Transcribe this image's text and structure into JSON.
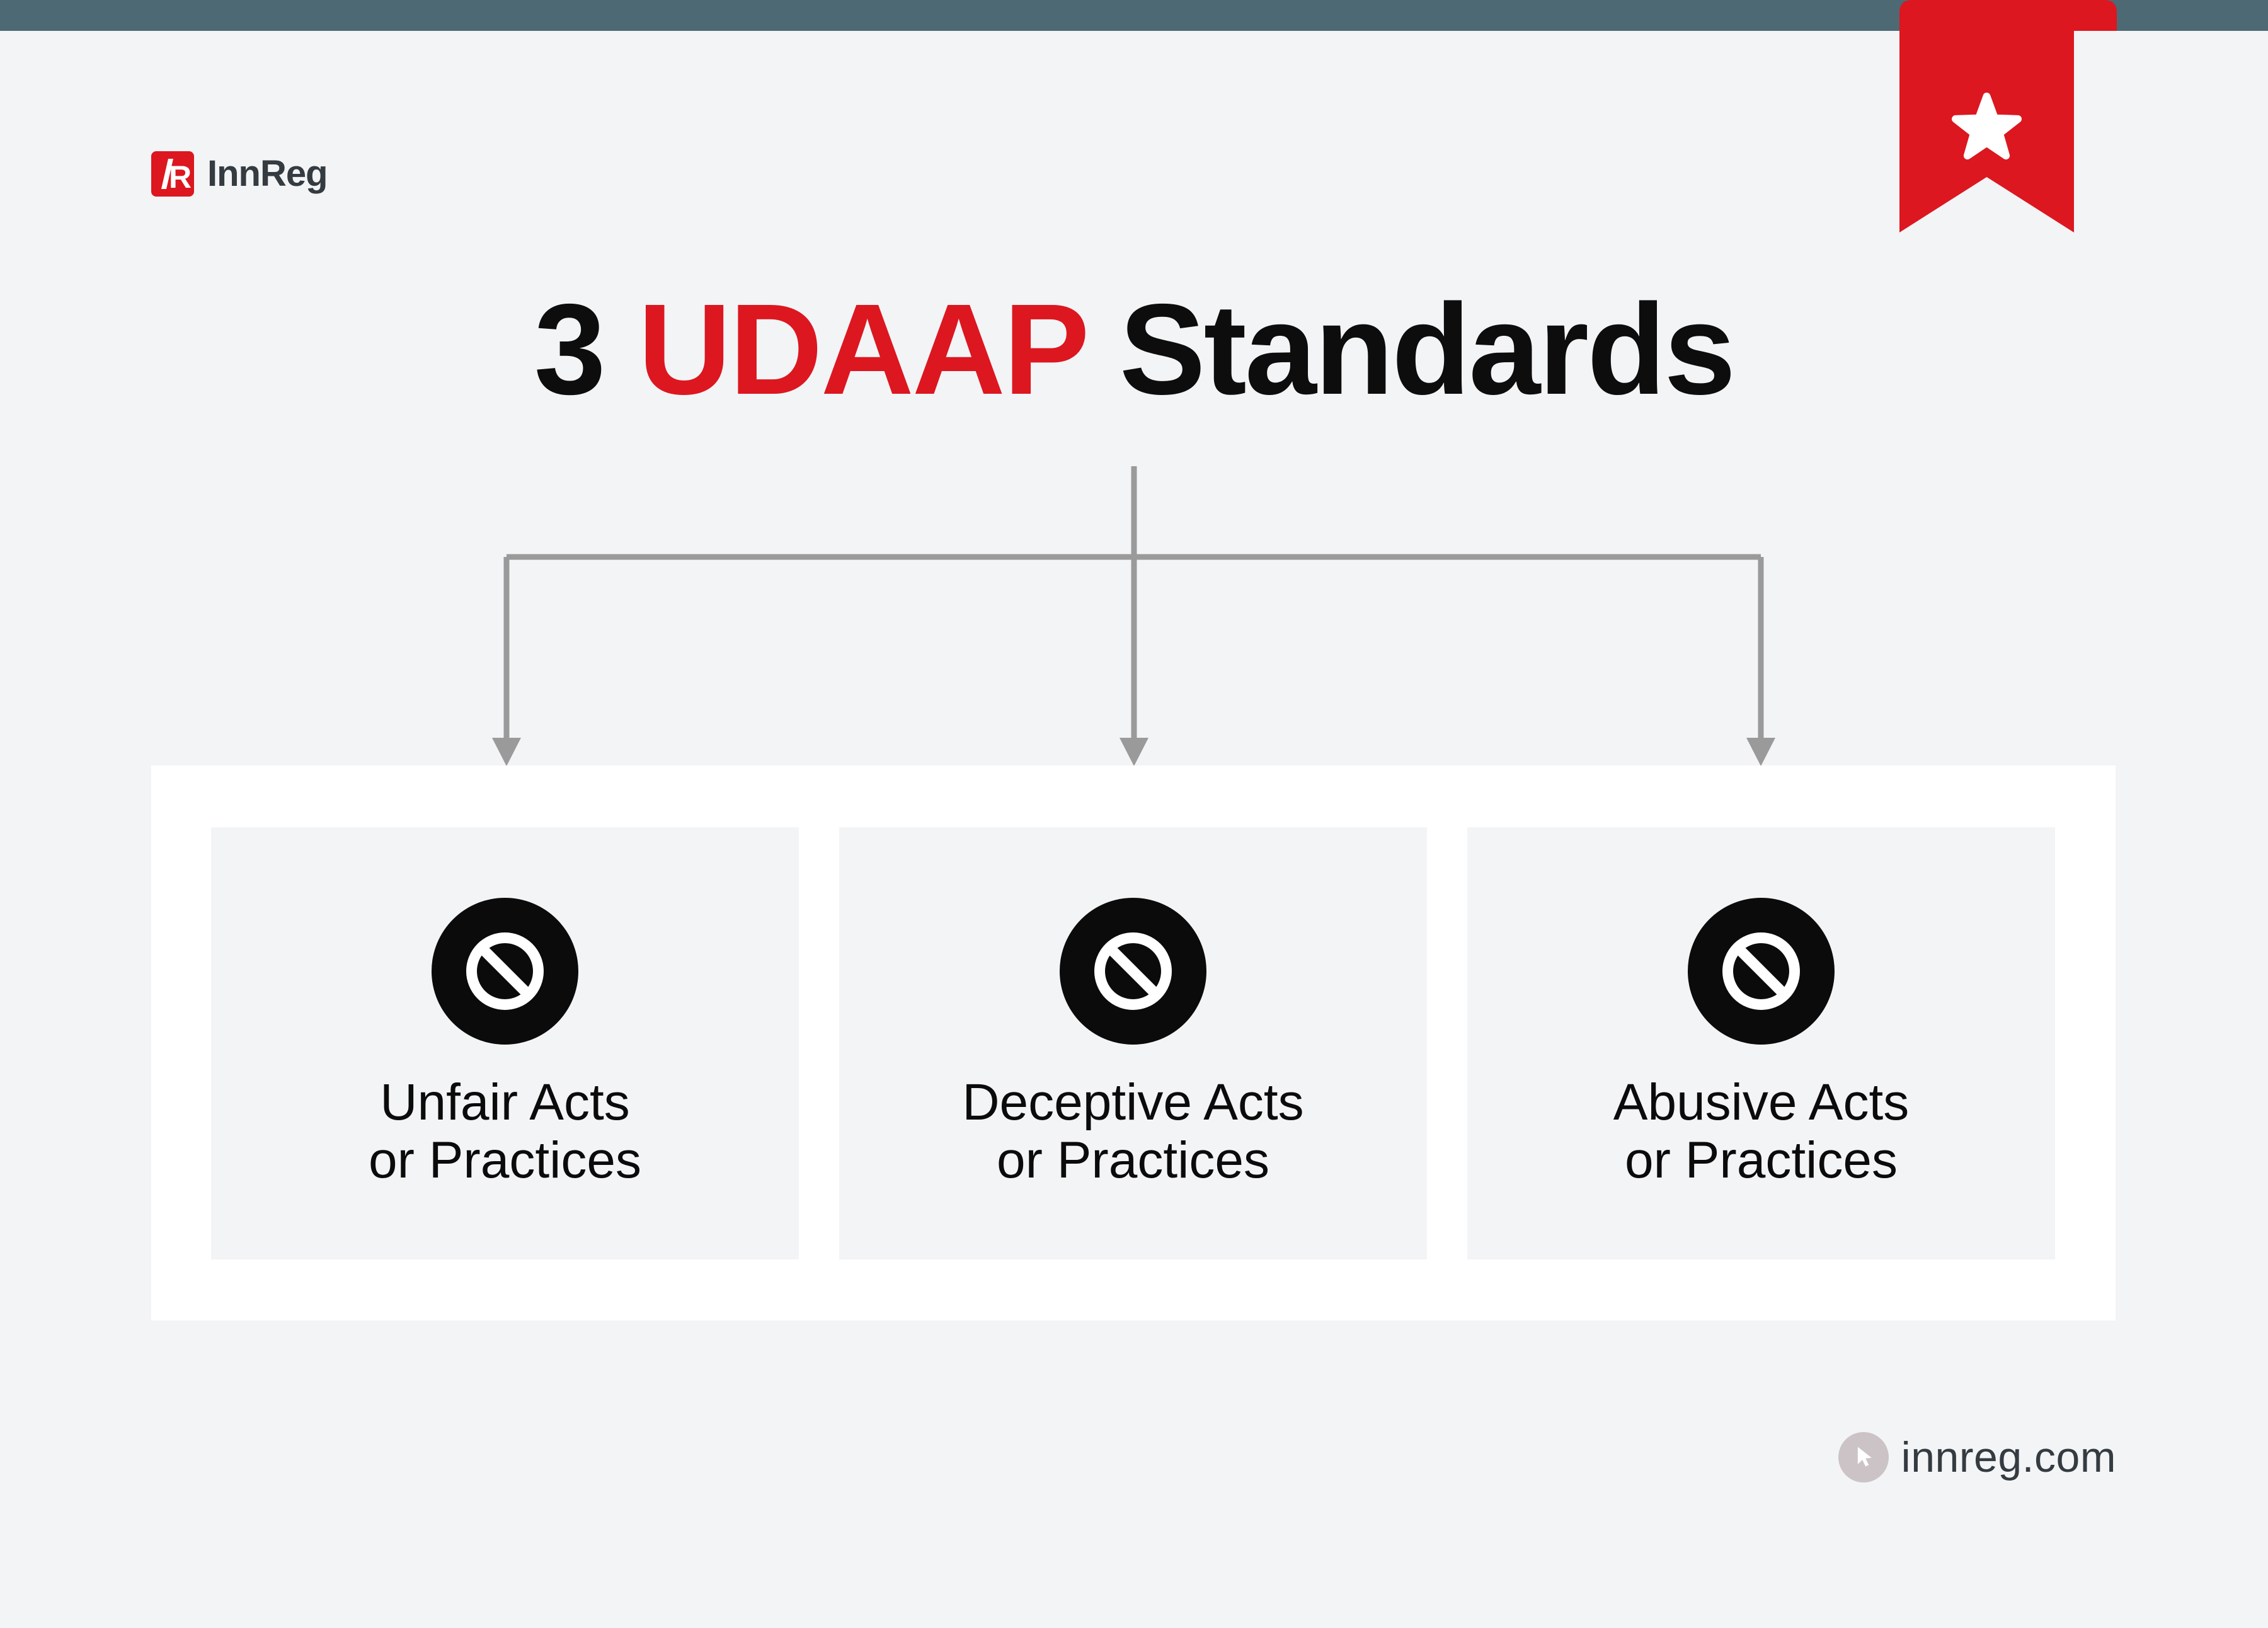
{
  "page": {
    "background": "#f3f4f6",
    "top_bar_color": "#4d6974"
  },
  "brand": {
    "logo_mark_letter": "R",
    "logo_color": "#dc1720",
    "name": "InnReg",
    "text_color": "#343b41"
  },
  "ribbon": {
    "color": "#dc1720",
    "icon": "star"
  },
  "title": {
    "prefix": "3 ",
    "highlight": "UDAAP",
    "suffix": " Standards",
    "highlight_color": "#dc1720",
    "text_color": "#0d0d0d"
  },
  "connector": {
    "color": "#9a9a9a",
    "branches": 3
  },
  "standards": [
    {
      "icon": "prohibition-icon",
      "line1": "Unfair Acts",
      "line2": "or Practices"
    },
    {
      "icon": "prohibition-icon",
      "line1": "Deceptive Acts",
      "line2": "or Practices"
    },
    {
      "icon": "prohibition-icon",
      "line1": "Abusive Acts",
      "line2": "or Practices"
    }
  ],
  "footer": {
    "website": "innreg.com",
    "icon": "cursor",
    "circle_color": "#cbc3c6"
  }
}
